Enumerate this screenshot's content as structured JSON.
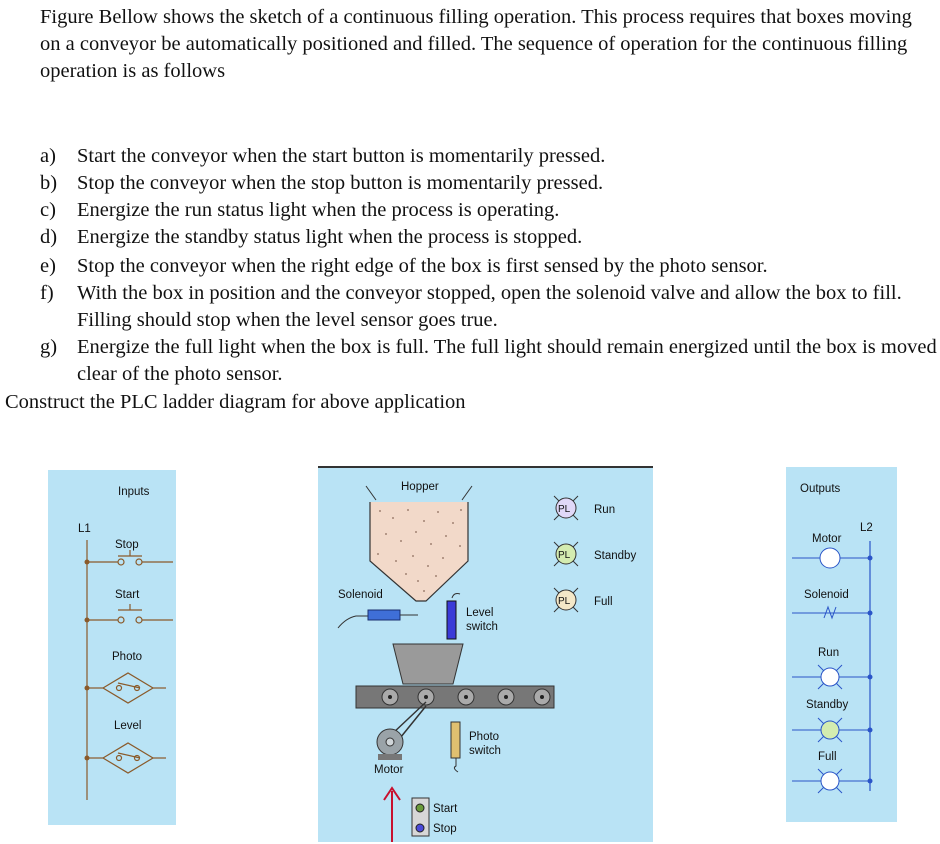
{
  "intro": "Figure Bellow shows the sketch of a continuous filling operation. This process requires that boxes moving on a conveyor be automatically positioned and filled. The sequence of operation for the continuous filling operation is as follows",
  "steps": [
    {
      "marker": "a)",
      "text": "Start the conveyor when the start button is momentarily pressed."
    },
    {
      "marker": "b)",
      "text": "Stop the conveyor when the stop button is momentarily pressed."
    },
    {
      "marker": "c)",
      "text": "Energize the run status light when the process is operating."
    },
    {
      "marker": "d)",
      "text": "Energize the standby status light when the process is stopped."
    },
    {
      "marker": "e)",
      "text": "Stop the conveyor when the right edge of the box is first sensed by the photo sensor."
    },
    {
      "marker": "f)",
      "text": "With the box in position and the conveyor stopped, open the solenoid valve and allow the box to fill. Filling should stop when the level sensor goes true."
    },
    {
      "marker": "g)",
      "text": "Energize the full light when the box is full. The full light should remain energized until the box is moved clear of the photo sensor."
    }
  ],
  "task": "Construct the PLC ladder diagram for above application",
  "inputs_panel": {
    "title": "Inputs",
    "rail": "L1",
    "devices": [
      "Stop",
      "Start",
      "Photo",
      "Level"
    ]
  },
  "process_panel": {
    "hopper": "Hopper",
    "solenoid": "Solenoid",
    "level_switch": [
      "Level",
      "switch"
    ],
    "photo_switch": [
      "Photo",
      "switch"
    ],
    "motor": "Motor",
    "start": "Start",
    "stop": "Stop",
    "pilot_label": "PL",
    "lights": [
      "Run",
      "Standby",
      "Full"
    ]
  },
  "outputs_panel": {
    "title": "Outputs",
    "rail": "L2",
    "devices": [
      "Motor",
      "Solenoid",
      "Run",
      "Standby",
      "Full"
    ]
  },
  "colors": {
    "panel_bg": "#b9e3f5",
    "hopper_fill": "#f2d9c9",
    "wire_blue": "#2a55c8",
    "rung_brown": "#8a5a2a",
    "standby_green": "#d4ecb0",
    "arrow_red": "#c8102e"
  }
}
